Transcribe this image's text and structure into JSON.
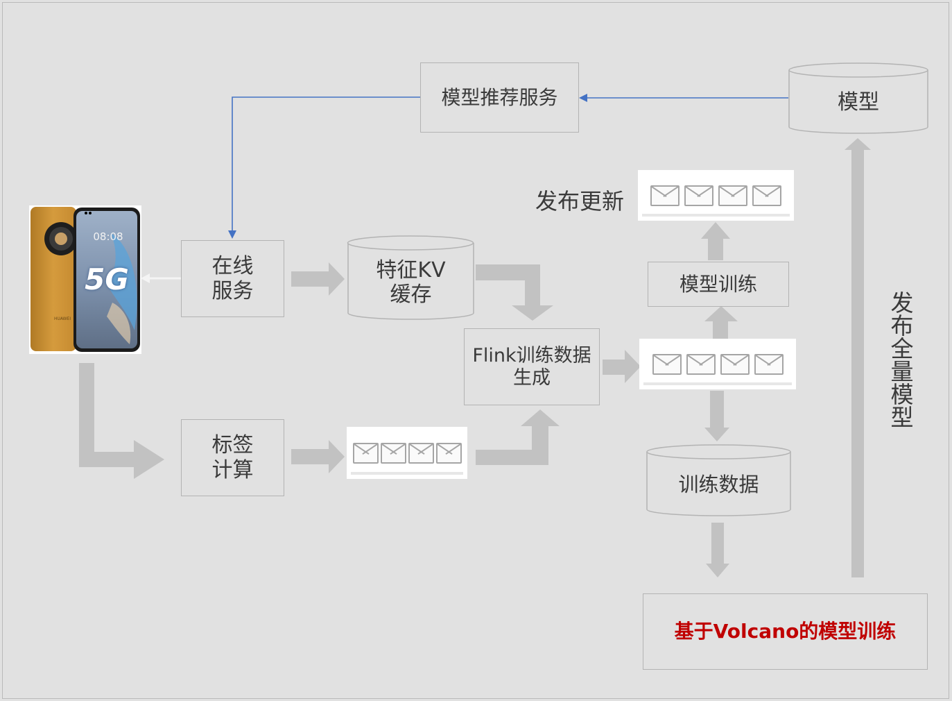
{
  "nodes": {
    "model_service": "模型推荐服务",
    "model_store": "模型",
    "online_service": [
      "在线",
      "服务"
    ],
    "feature_cache": [
      "特征KV",
      "缓存"
    ],
    "flink_gen": [
      "Flink训练数据",
      "生成"
    ],
    "model_training": "模型训练",
    "training_data": "训练数据",
    "label_compute": [
      "标签",
      "计算"
    ],
    "volcano_training": "基于Volcano的模型训练"
  },
  "labels": {
    "publish_update": "发布更新",
    "publish_full_model": [
      "发",
      "布",
      "全",
      "量",
      "模",
      "型"
    ]
  },
  "phone": {
    "clock": "08:08",
    "network": "5G",
    "brand": "HUAWEI"
  },
  "colors": {
    "background": "#e1e1e1",
    "box_border": "#b3b3b3",
    "text": "#3a3a3a",
    "gray_arrow": "#c2c2c2",
    "blue_arrow": "#4472c4",
    "highlight_text": "#c00000",
    "phone_body": "#c8902f"
  },
  "icons": {
    "message_queue": "envelope-icon",
    "device": "smartphone-icon"
  }
}
